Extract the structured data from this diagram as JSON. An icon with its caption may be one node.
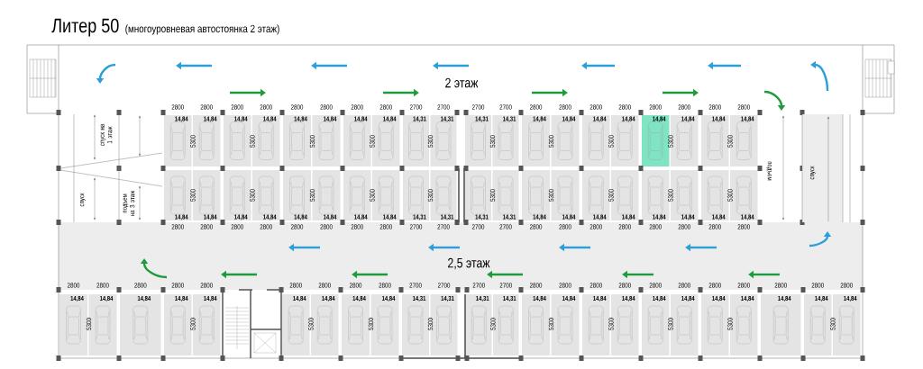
{
  "diagram": {
    "title": "Литер 50",
    "labels": [
      "(многоуровневая автостоянка 2 этаж)",
      "2 этаж",
      "2800",
      "2800",
      "2800",
      "2800",
      "2800",
      "2800",
      "2800",
      "2800",
      "2700",
      "2700",
      "2700",
      "2700",
      "2800",
      "2800",
      "2800",
      "2800",
      "2800",
      "2800",
      "2800",
      "2800",
      "14,84",
      "14,84",
      "14,84",
      "14,84",
      "14,84",
      "14,84",
      "14,84",
      "14,84",
      "14,31",
      "14,31",
      "14,31",
      "14,31",
      "14,84",
      "14,84",
      "14,84",
      "14,84",
      "14,84",
      "14,84",
      "14,84",
      "14,84",
      "5300",
      "5300",
      "5300",
      "5300",
      "5300",
      "5300",
      "5300",
      "5300",
      "5300",
      "5300",
      "спуск на 1 этаж",
      "подъем",
      "спуск",
      "спуск",
      "подъем на 3 этаж",
      "5300",
      "5300",
      "5300",
      "5300",
      "5300",
      "5300",
      "5300",
      "5300",
      "5300",
      "5300",
      "14,84",
      "14,84",
      "14,84",
      "14,84",
      "14,84",
      "14,84",
      "14,84",
      "14,84",
      "14,31",
      "14,31",
      "14,31",
      "14,31",
      "14,84",
      "14,84",
      "14,84",
      "14,84",
      "14,84",
      "14,84",
      "14,84",
      "14,84",
      "2800",
      "2800",
      "2800",
      "2800",
      "2800",
      "2800",
      "2800",
      "2800",
      "2700",
      "2700",
      "2700",
      "2700",
      "2800",
      "2800",
      "2800",
      "2800",
      "2800",
      "2800",
      "2800",
      "2800",
      "2,5 этаж",
      "2800",
      "2800",
      "2800",
      "2800",
      "2800",
      "2800",
      "2800",
      "2800",
      "2800",
      "2700",
      "2700",
      "2700",
      "2700",
      "2800",
      "2800",
      "2800",
      "2800",
      "2800",
      "2800",
      "2800",
      "2800",
      "2800",
      "2800",
      "2800",
      "14,84",
      "14,84",
      "14,84",
      "14,84",
      "14,84",
      "14,84",
      "14,84",
      "14,84",
      "14,84",
      "14,31",
      "14,31",
      "14,31",
      "14,31",
      "14,84",
      "14,84",
      "14,84",
      "14,84",
      "14,84",
      "14,84",
      "14,84",
      "14,84",
      "14,84",
      "14,84",
      "14,84",
      "5300",
      "5300",
      "5300",
      "5300",
      "5300",
      "5300",
      "5300",
      "5300",
      "5300",
      "5300",
      "5300"
    ]
  }
}
